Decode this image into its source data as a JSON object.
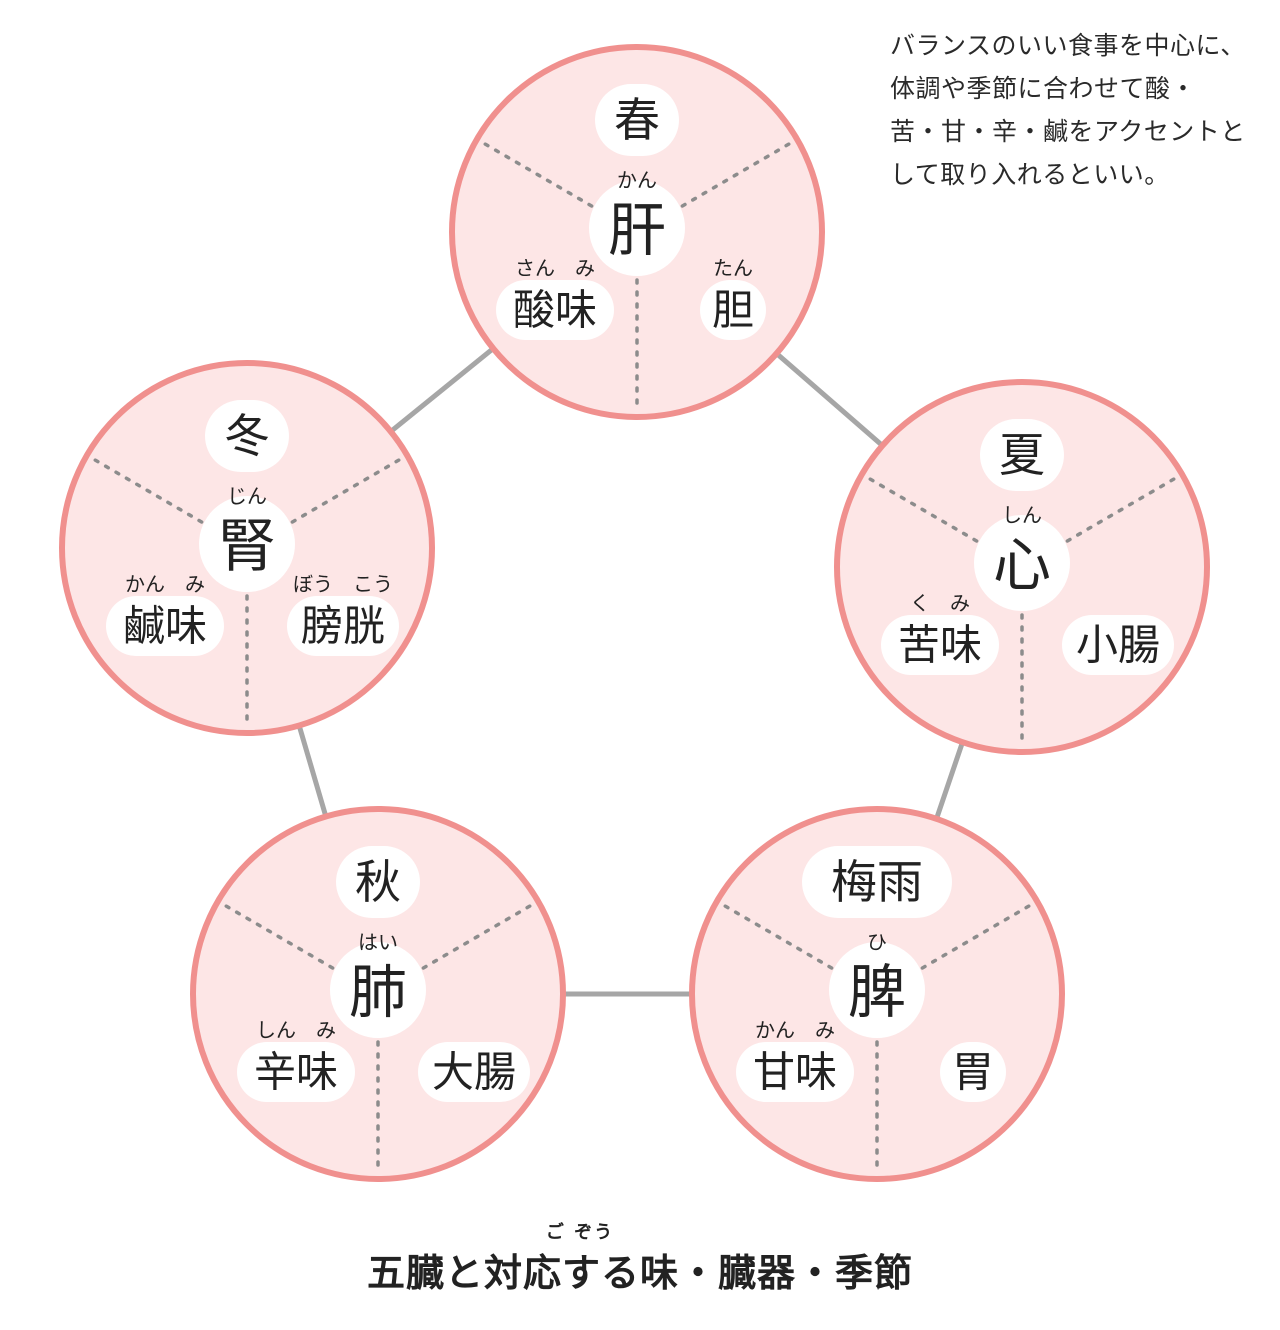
{
  "note": {
    "lines": [
      "バランスのいい食事を中心に、",
      "体調や季節に合わせて酸・",
      "苦・甘・辛・鹹をアクセントと",
      "して取り入れるといい。"
    ]
  },
  "caption": {
    "ruby": "ご ぞう",
    "title": "五臓と対応する味・臓器・季節"
  },
  "colors": {
    "circle_fill": "#fde6e6",
    "circle_stroke": "#f0908e",
    "line": "#a6a6a6",
    "pill": "#ffffff",
    "text": "#222222"
  },
  "elements": [
    {
      "season": "春",
      "organ": "肝",
      "organ_ruby": "かん",
      "taste": "酸味",
      "taste_ruby": "さん　み",
      "viscera": "胆",
      "viscera_ruby": "たん"
    },
    {
      "season": "夏",
      "organ": "心",
      "organ_ruby": "しん",
      "taste": "苦味",
      "taste_ruby": "く　み",
      "viscera": "小腸",
      "viscera_ruby": ""
    },
    {
      "season": "梅雨",
      "organ": "脾",
      "organ_ruby": "ひ",
      "taste": "甘味",
      "taste_ruby": "かん　み",
      "viscera": "胃",
      "viscera_ruby": ""
    },
    {
      "season": "秋",
      "organ": "肺",
      "organ_ruby": "はい",
      "taste": "辛味",
      "taste_ruby": "しん　み",
      "viscera": "大腸",
      "viscera_ruby": ""
    },
    {
      "season": "冬",
      "organ": "腎",
      "organ_ruby": "じん",
      "taste": "鹹味",
      "taste_ruby": "かん　み",
      "viscera": "膀胱",
      "viscera_ruby": "ぼう　こう"
    }
  ]
}
